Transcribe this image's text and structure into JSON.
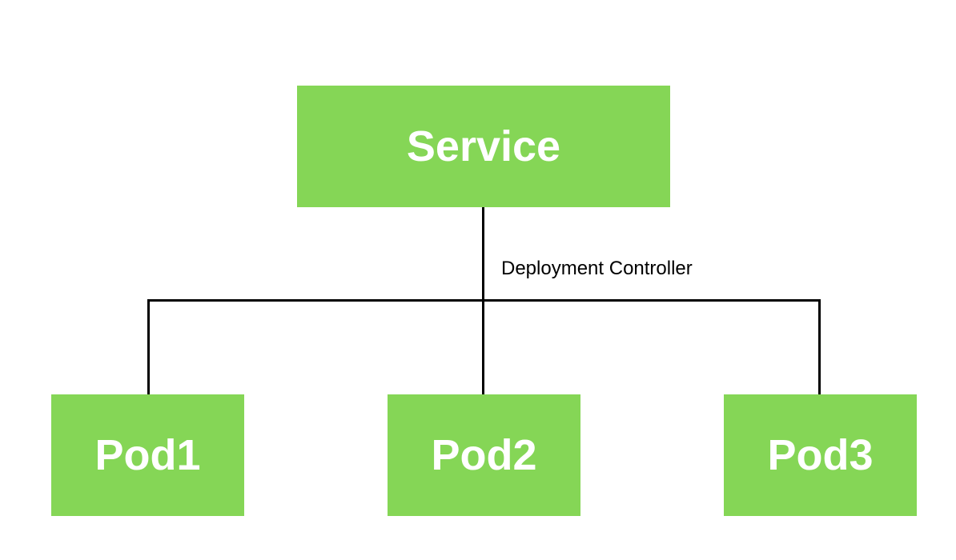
{
  "colors": {
    "node_fill": "#85d656",
    "node_text": "#ffffff",
    "edge": "#000000",
    "label_text": "#000000"
  },
  "nodes": {
    "service": {
      "label": "Service"
    },
    "pods": [
      {
        "label": "Pod1"
      },
      {
        "label": "Pod2"
      },
      {
        "label": "Pod3"
      }
    ]
  },
  "edges": {
    "label": "Deployment Controller"
  }
}
